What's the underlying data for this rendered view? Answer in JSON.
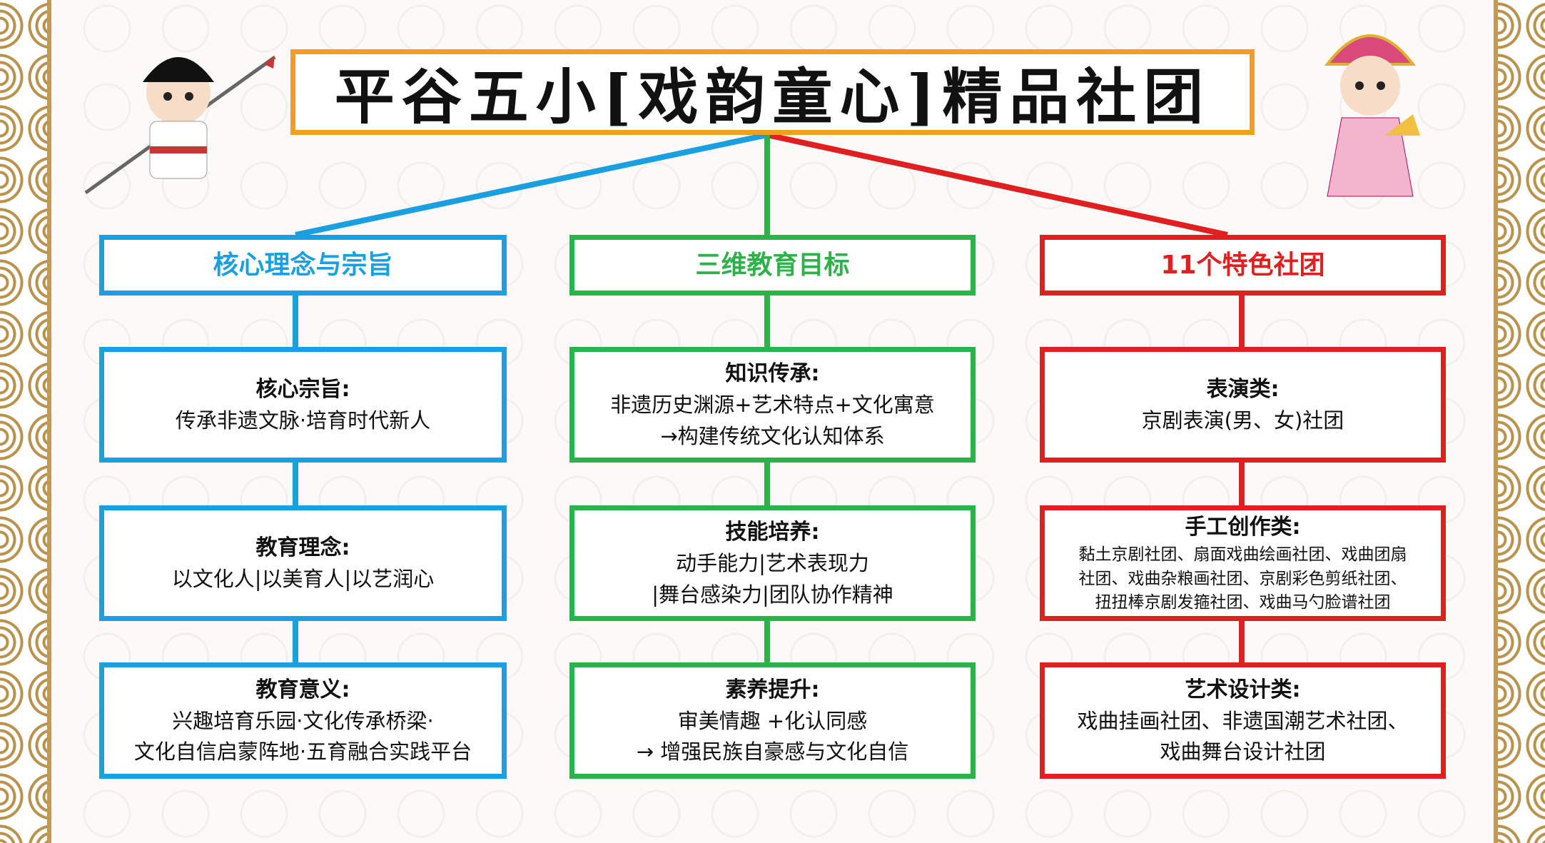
{
  "title": "平谷五小[戏韵童心]精品社团",
  "colors": {
    "title": "#f0a020",
    "blue": "#1aa0e0",
    "green": "#2db24a",
    "red": "#e02020"
  },
  "columns": [
    {
      "header": "核心理念与宗旨",
      "items": [
        {
          "label": "核心宗旨:",
          "lines": [
            "传承非遗文脉·培育时代新人"
          ]
        },
        {
          "label": "教育理念:",
          "lines": [
            "以文化人|以美育人|以艺润心"
          ]
        },
        {
          "label": "教育意义:",
          "lines": [
            "兴趣培育乐园·文化传承桥梁·",
            "文化自信启蒙阵地·五育融合实践平台"
          ]
        }
      ]
    },
    {
      "header": "三维教育目标",
      "items": [
        {
          "label": "知识传承:",
          "lines": [
            "非遗历史渊源+艺术特点+文化寓意",
            "→构建传统文化认知体系"
          ]
        },
        {
          "label": "技能培养:",
          "lines": [
            "动手能力|艺术表现力",
            "|舞台感染力|团队协作精神"
          ]
        },
        {
          "label": "素养提升:",
          "lines": [
            "审美情趣 +化认同感",
            "→ 增强民族自豪感与文化自信"
          ]
        }
      ]
    },
    {
      "header": "11个特色社团",
      "items": [
        {
          "label": "表演类:",
          "lines": [
            "京剧表演(男、女)社团"
          ]
        },
        {
          "label": "手工创作类:",
          "lines": [
            "黏土京剧社团、扇面戏曲绘画社团、戏曲团扇",
            "社团、戏曲杂粮画社团、京剧彩色剪纸社团、",
            "扭扭棒京剧发箍社团、戏曲马勺脸谱社团"
          ]
        },
        {
          "label": "艺术设计类:",
          "lines": [
            "戏曲挂画社团、非遗国潮艺术社团、",
            "戏曲舞台设计社团"
          ]
        }
      ]
    }
  ]
}
